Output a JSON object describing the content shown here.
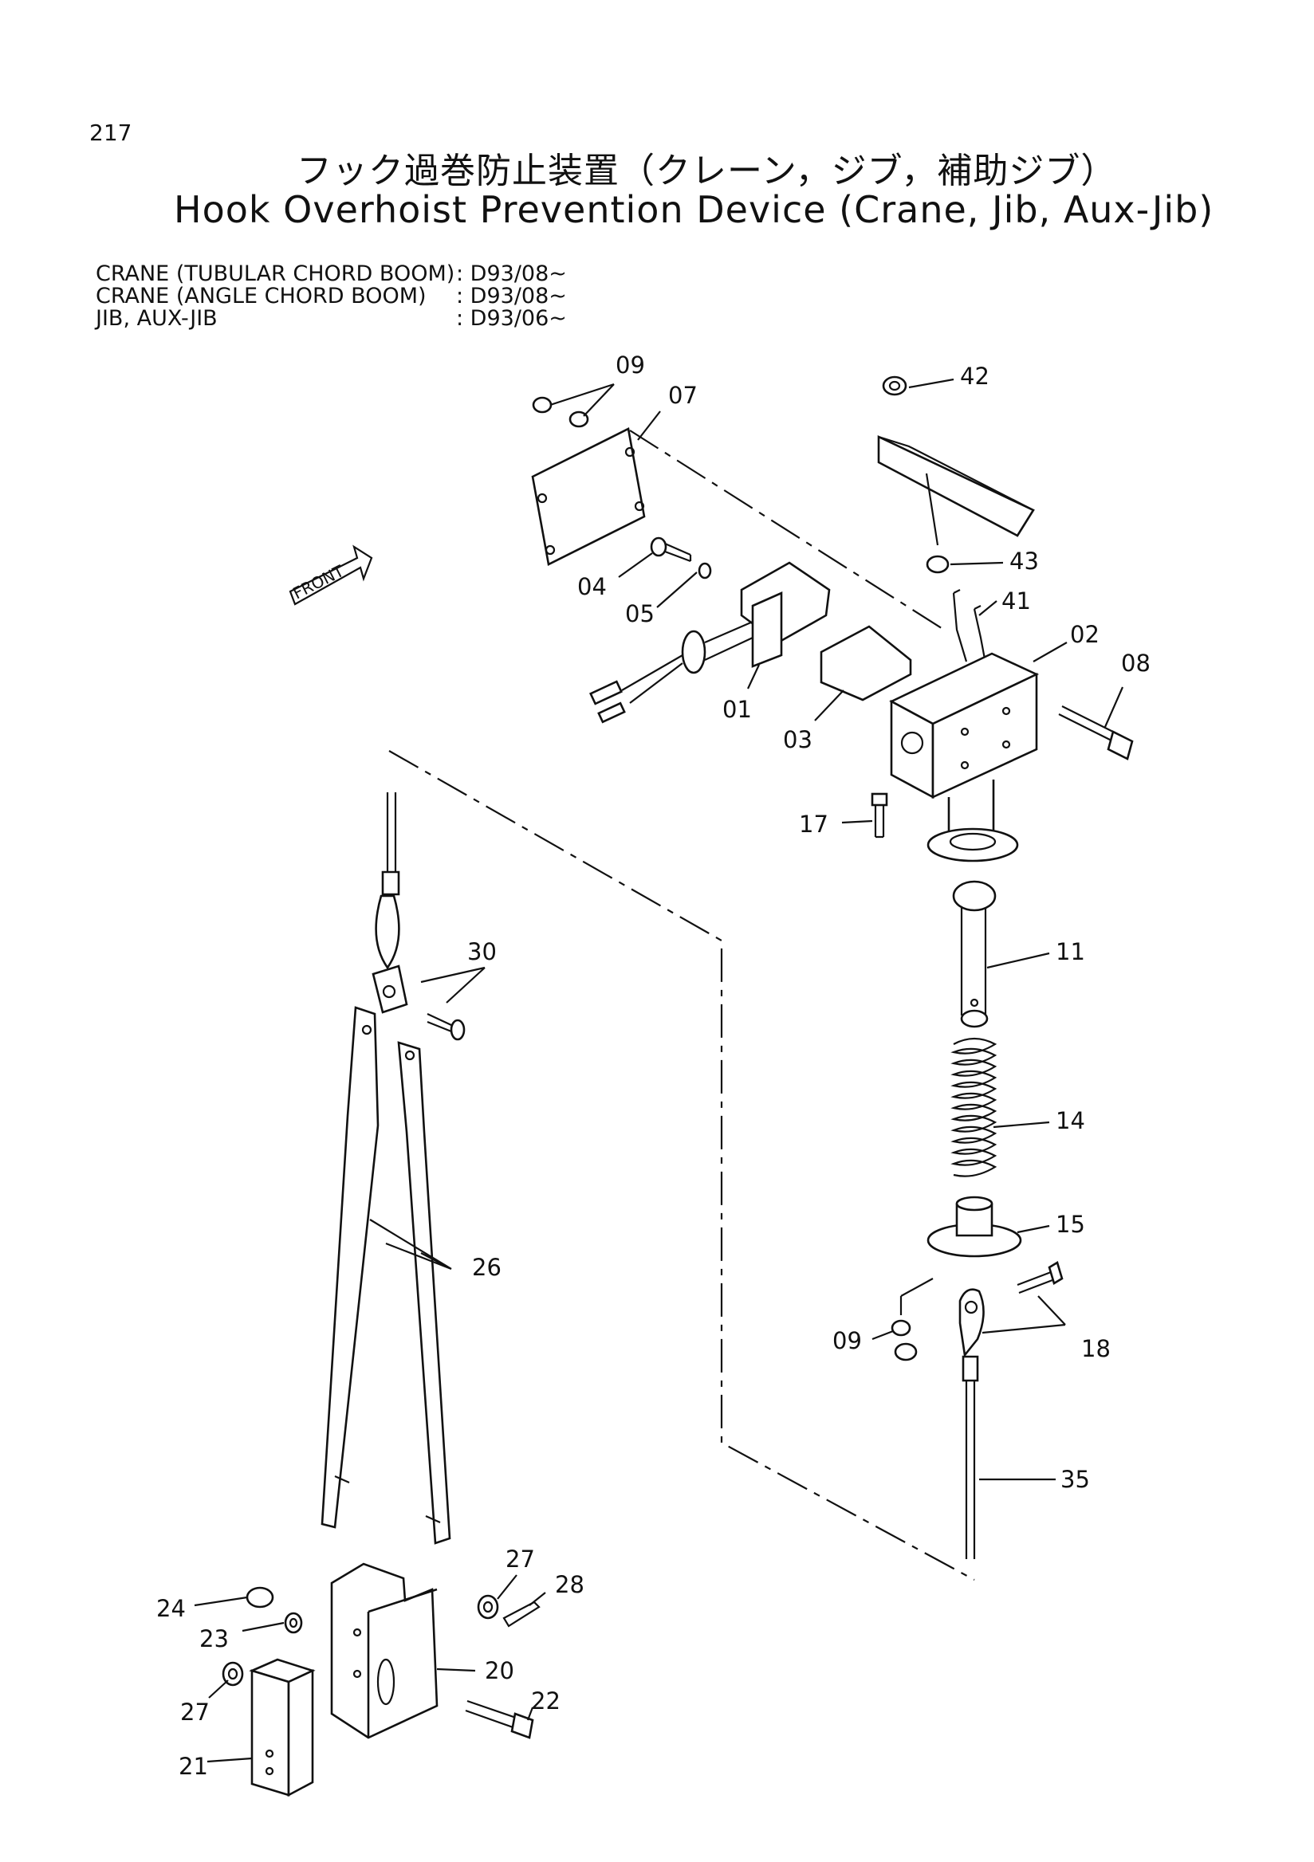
{
  "page_number": "217",
  "title_ja": "フック過巻防止装置（クレーン，ジブ，補助ジブ）",
  "title_en": "Hook Overhoist Prevention Device (Crane, Jib, Aux-Jib)",
  "applicability": [
    {
      "label": "CRANE (TUBULAR CHORD BOOM)",
      "code": ": D93/08~"
    },
    {
      "label": "CRANE (ANGLE CHORD BOOM)",
      "code": ": D93/08~"
    },
    {
      "label": "JIB, AUX-JIB",
      "code": ": D93/06~"
    }
  ],
  "front_label": "FRONT",
  "callouts": {
    "c01": "01",
    "c02": "02",
    "c03": "03",
    "c04": "04",
    "c05": "05",
    "c07": "07",
    "c08": "08",
    "c09a": "09",
    "c09b": "09",
    "c11": "11",
    "c14": "14",
    "c15": "15",
    "c17": "17",
    "c18": "18",
    "c20": "20",
    "c21": "21",
    "c22": "22",
    "c23": "23",
    "c24": "24",
    "c26": "26",
    "c27a": "27",
    "c27b": "27",
    "c28": "28",
    "c30": "30",
    "c35": "35",
    "c41": "41",
    "c42": "42",
    "c43": "43"
  }
}
